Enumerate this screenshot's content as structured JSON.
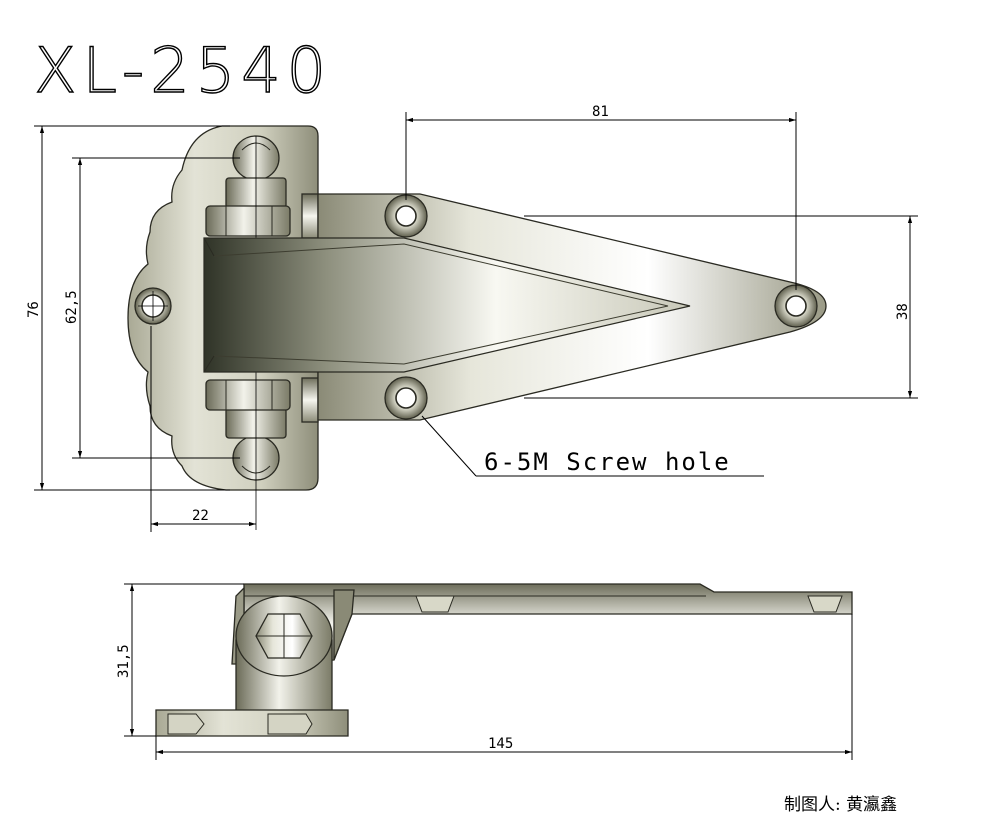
{
  "title": "XL-2540",
  "dimensions": {
    "top_width": "81",
    "tail_height": "38",
    "overall_height": "76",
    "pin_span": "62,5",
    "base_offset": "22",
    "side_height": "31,5",
    "total_length": "145"
  },
  "callout": "6-5M Screw hole",
  "author": "制图人: 黄瀛鑫",
  "colors": {
    "metal_light": "#f4f4ec",
    "metal_mid": "#bdbdae",
    "metal_dark": "#6d6d5c",
    "line": "#000000"
  }
}
